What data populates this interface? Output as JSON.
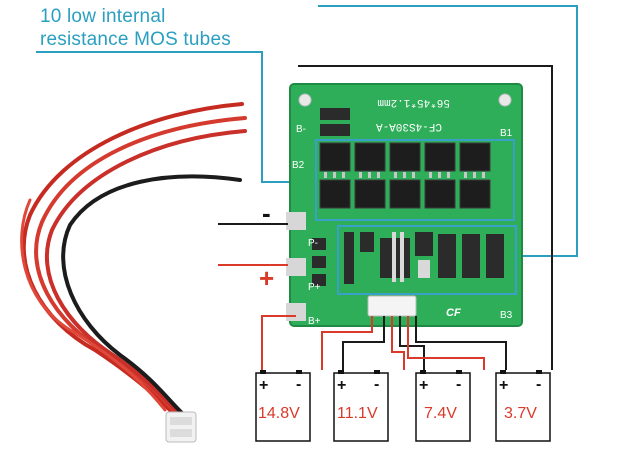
{
  "callout": {
    "line1": "10 low internal",
    "line2": "resistance MOS tubes"
  },
  "board": {
    "model_text": "CF-4S30A-A",
    "size_text": "56*45*1.2mm",
    "label_b_minus": "B-",
    "label_b1": "B1",
    "label_b2": "B2",
    "label_b3": "B3",
    "label_p_minus": "P-",
    "label_p_plus": "P+",
    "label_b_plus": "B+",
    "logo_text": "CF",
    "color_pcb": "#2fae5a",
    "color_highlight": "#3aa0c8"
  },
  "terminals": {
    "minus_symbol": "-",
    "plus_symbol": "+"
  },
  "batteries": [
    {
      "voltage": "14.8V",
      "plus": "+",
      "minus": "-"
    },
    {
      "voltage": "11.1V",
      "plus": "+",
      "minus": "-"
    },
    {
      "voltage": "7.4V",
      "plus": "+",
      "minus": "-"
    },
    {
      "voltage": "3.7V",
      "plus": "+",
      "minus": "-"
    }
  ],
  "colors": {
    "wire_red": "#d93a2a",
    "wire_black": "#1a1a1a",
    "callout_blue": "#2a9fc0"
  }
}
